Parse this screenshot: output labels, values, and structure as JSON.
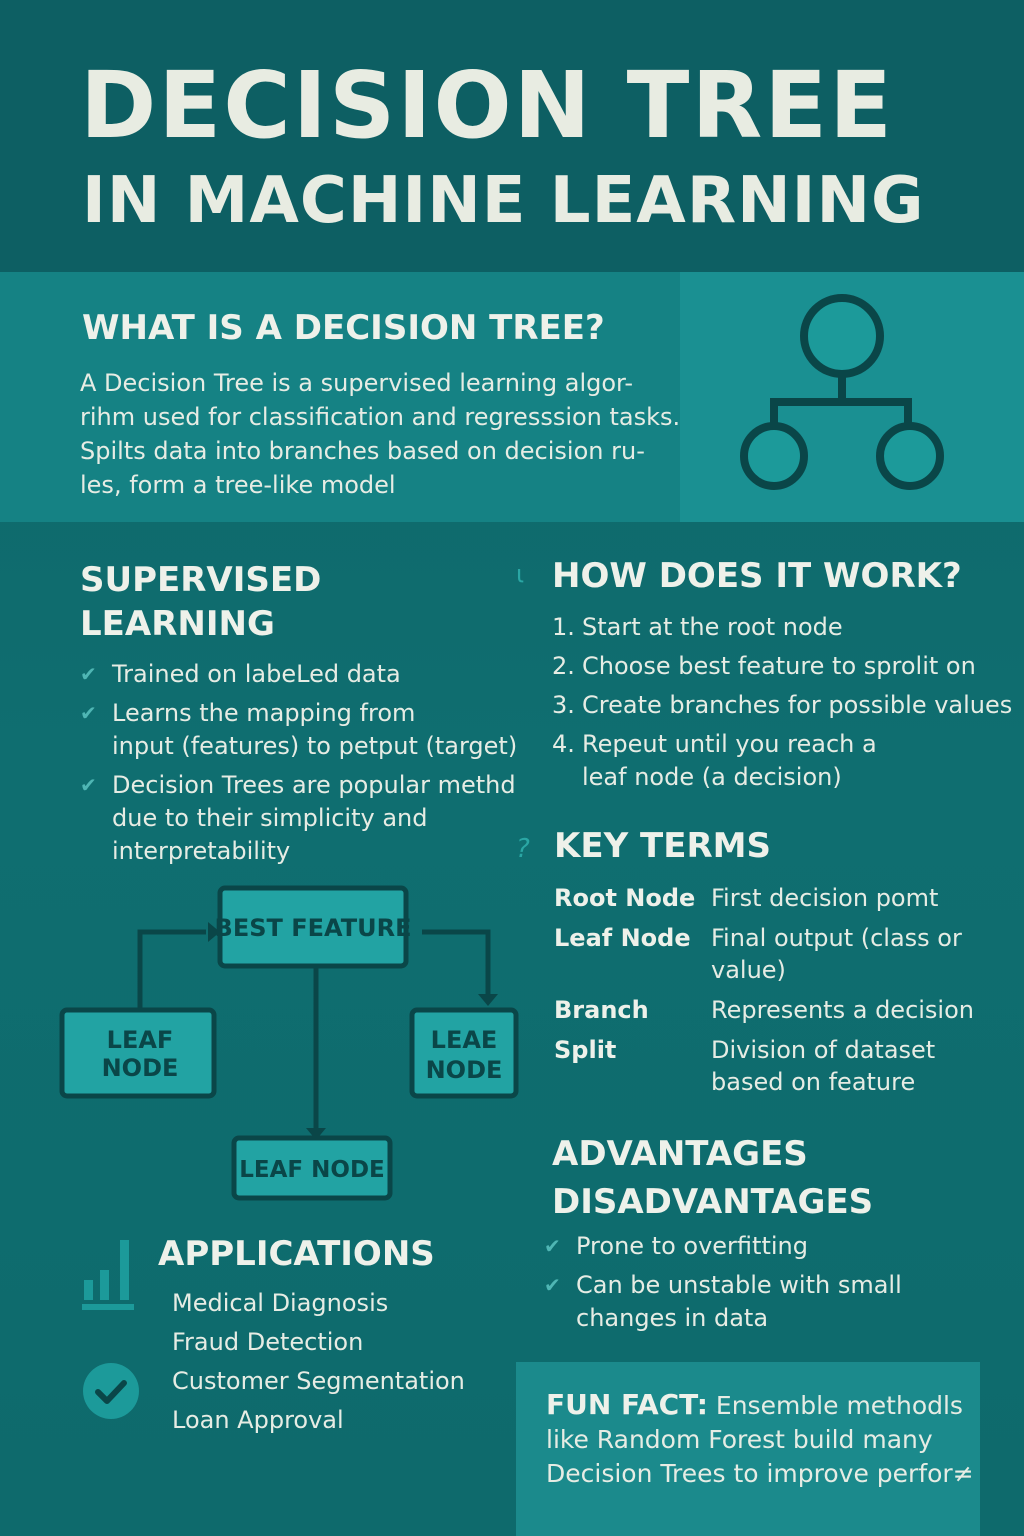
{
  "header": {
    "title_line1": "DECISION TREE",
    "title_line2": "IN MACHINE LEARNING"
  },
  "what": {
    "heading": "WHAT IS A DECISION TREE?",
    "lines": [
      "A Decision Tree is a supervised learning algor-",
      "rihm used for classification and regresssion tasks.",
      "Spilts data into branches based on decision ru-",
      "les, form a tree-like model"
    ],
    "icon": "tree-diagram-icon"
  },
  "supervised": {
    "heading_line1": "SUPERVISED",
    "heading_line2": "LEARNING",
    "items": [
      [
        "Trained on labeLed data"
      ],
      [
        "Learns the mapping from",
        "input (features) to petput (target)"
      ],
      [
        "Decision Trees are popular methd",
        "due to their simplicity and",
        "interpretability"
      ]
    ],
    "check_icon": "✔"
  },
  "how": {
    "marker": "ι",
    "heading": "HOW DOES IT WORK?",
    "steps": [
      {
        "num": "1.",
        "text": "Start at the root node"
      },
      {
        "num": "2.",
        "text": "Choose best feature to sprolit on"
      },
      {
        "num": "3.",
        "text": "Create branches for possible values"
      },
      {
        "num": "4.",
        "text": "Repeut until you reach a",
        "cont": "leaf node (a decision)"
      }
    ]
  },
  "tree_diagram": {
    "root_label": "BEST FEATURE",
    "left_leaf": [
      "LEAF",
      "NODE"
    ],
    "right_leaf": [
      "LEAE",
      "NODE"
    ],
    "bottom_leaf": "LEAF NODE"
  },
  "key_terms": {
    "marker": "?",
    "heading": "KEY TERMS",
    "rows": [
      {
        "term": "Root Node",
        "def": "First decision pomt"
      },
      {
        "term": "Leaf Node",
        "def": "Final output (class or value)"
      },
      {
        "term": "Branch",
        "def": "Represents a decision"
      },
      {
        "term": "Split",
        "def": "Division of dataset based on feature"
      }
    ]
  },
  "adv": {
    "heading_line1": "ADVANTAGES",
    "heading_line2": "DISADVANTAGES",
    "items": [
      [
        "Prone to overfitting"
      ],
      [
        "Can be unstable with small",
        "changes in data"
      ]
    ]
  },
  "applications": {
    "heading": "APPLICATIONS",
    "items": [
      "Medical Diagnosis",
      "Fraud Detection",
      "Customer Segmentation",
      "Loan Approval"
    ],
    "chart_icon": "bar-chart-icon",
    "check_icon": "check-circle-icon"
  },
  "fun_fact": {
    "label": "FUN FACT:",
    "line1": " Ensemble methodls",
    "line2": "like Random Forest build many",
    "line3": "Decision Trees to improve perfor≠"
  },
  "colors": {
    "background": "#0f6b6e",
    "header": "#0d5f63",
    "band": "#158284",
    "node_fill": "#22a3a3",
    "dark_line": "#0a4648",
    "text": "#e8ece2"
  }
}
